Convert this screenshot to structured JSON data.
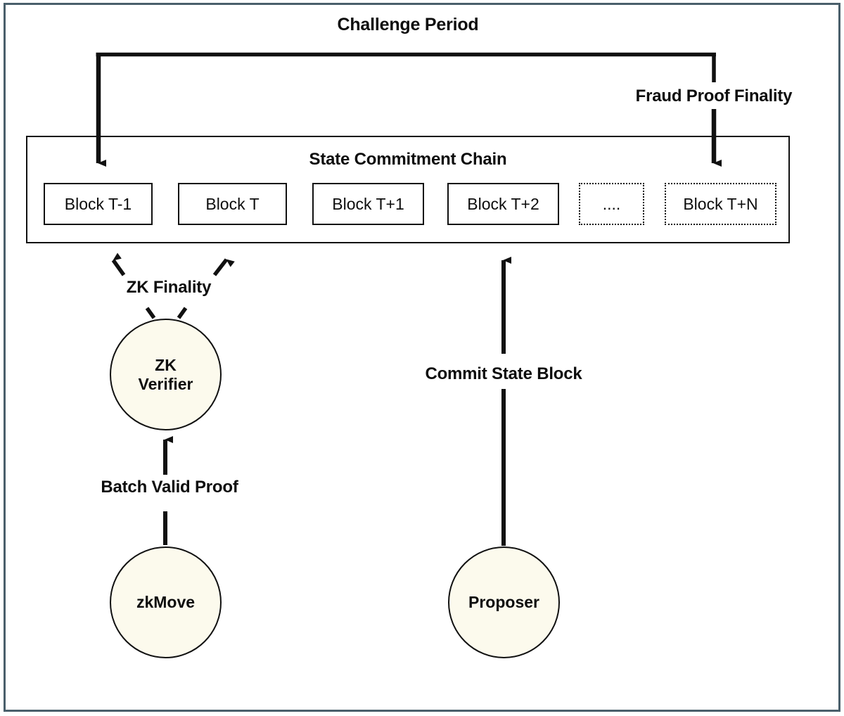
{
  "diagram": {
    "title": "Challenge Period",
    "frame_color": "#4a5f6b",
    "line_color": "#111111",
    "node_fill": "#fcfaed"
  },
  "labels": {
    "challenge_period": "Challenge Period",
    "fraud_proof_finality": "Fraud Proof Finality",
    "zk_finality": "ZK Finality",
    "batch_valid_proof": "Batch Valid Proof",
    "commit_state_block": "Commit State Block"
  },
  "state_commitment_chain": {
    "title": "State Commitment Chain",
    "blocks": [
      {
        "label": "Block T-1",
        "style": "solid"
      },
      {
        "label": "Block T",
        "style": "solid"
      },
      {
        "label": "Block T+1",
        "style": "solid"
      },
      {
        "label": "Block T+2",
        "style": "solid"
      },
      {
        "label": "....",
        "style": "dotted"
      },
      {
        "label": "Block T+N",
        "style": "dotted"
      }
    ]
  },
  "nodes": [
    {
      "id": "zk-verifier",
      "label": "ZK\nVerifier"
    },
    {
      "id": "zkmove",
      "label": "zkMove"
    },
    {
      "id": "proposer",
      "label": "Proposer"
    }
  ],
  "node_labels": {
    "zk_verifier_line1": "ZK",
    "zk_verifier_line2": "Verifier",
    "zkmove": "zkMove",
    "proposer": "Proposer"
  },
  "edges": [
    {
      "from": "challenge-period-bracket",
      "to": "block-t-minus-1",
      "arrow": "down"
    },
    {
      "from": "challenge-period-bracket",
      "to": "block-t-plus-n",
      "arrow": "down",
      "label": "Fraud Proof Finality"
    },
    {
      "from": "zk-verifier",
      "to": "block-t-minus-1",
      "arrow": "up-left",
      "label": "ZK Finality"
    },
    {
      "from": "zk-verifier",
      "to": "block-t",
      "arrow": "up-right",
      "label": "ZK Finality"
    },
    {
      "from": "zkmove",
      "to": "zk-verifier",
      "arrow": "up",
      "label": "Batch Valid Proof"
    },
    {
      "from": "proposer",
      "to": "state-commitment-chain",
      "arrow": "up",
      "label": "Commit State Block"
    }
  ]
}
